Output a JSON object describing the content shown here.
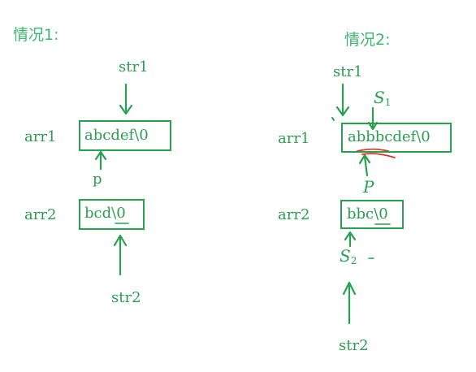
{
  "case1": {
    "title": "情况1:",
    "str1": "str1",
    "arr1_label": "arr1",
    "arr1_content": "abcdef\\0",
    "p": "p",
    "arr2_label": "arr2",
    "arr2_content": "bcd\\0",
    "str2": "str2"
  },
  "case2": {
    "title": "情况2:",
    "str1": "str1",
    "s1": "S1",
    "arr1_label": "arr1",
    "arr1_content": "abbbcdef\\0",
    "p": "P",
    "arr2_label": "arr2",
    "arr2_content": "bbc\\0",
    "s2": "S2",
    "str2": "str2"
  },
  "colors": {
    "ink": "#27a04f",
    "accent": "#e0312b"
  }
}
